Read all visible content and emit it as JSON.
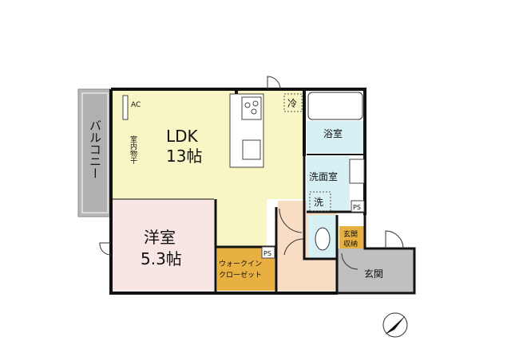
{
  "rooms": {
    "ldk": {
      "name": "LDK",
      "size": "13帖",
      "color": "#f8f6c4"
    },
    "western": {
      "name": "洋室",
      "size": "5.3帖",
      "color": "#f8e6e4"
    },
    "wic": {
      "line1": "ウォークイン",
      "line2": "クローゼット",
      "color": "#e8b040"
    },
    "bath": {
      "name": "浴室",
      "color": "#d6f0f4"
    },
    "washroom": {
      "name": "洗面室",
      "color": "#d6f0f4"
    },
    "entrance_storage": {
      "line1": "玄関",
      "line2": "収納",
      "color": "#e8b040"
    },
    "entrance": {
      "name": "玄関",
      "color": "#c0c0c0"
    },
    "hall": {
      "color": "#f8dcc4"
    },
    "balcony": {
      "name": "バルコニー",
      "color": "#b8b8b8"
    }
  },
  "fixtures": {
    "ac": "AC",
    "indoor_drying": "室内物干",
    "fridge": "冷",
    "washer": "洗",
    "ps1": "PS",
    "ps2": "PS"
  },
  "compass": {
    "icon": "north-arrow-icon"
  }
}
